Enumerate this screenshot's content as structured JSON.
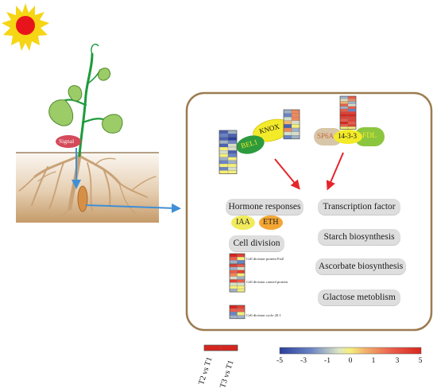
{
  "labels": {
    "signal": "Signal",
    "bel1": "BEL1",
    "knox": "KNOX",
    "sp6a": "SP6A",
    "protein_14_3_3": "14-3-3",
    "fdl": "FDL",
    "iaa": "IAA",
    "eth": "ETH"
  },
  "pathways": {
    "hormone_responses": "Hormone responses",
    "cell_division": "Cell division",
    "transcription_factor": "Transcription factor",
    "starch_biosynthesis": "Starch biosynthesis",
    "ascorbate_biosynthesis": "Ascorbate biosynthesis",
    "glactose_metoblism": "Glactose metoblism"
  },
  "genes": {
    "ftsz": "Cell division protein FtsZ",
    "control": "Cell division control protein",
    "cycle": "Cell division cycle 20.1"
  },
  "legend": {
    "comparisons": [
      "T2 vs T1",
      "T3 vs T1"
    ],
    "scale_ticks": [
      "-5",
      "-3",
      "-1",
      "0",
      "1",
      "3",
      "5"
    ]
  },
  "colors": {
    "sun": "#e8141b",
    "sun_rays": "#f6d514",
    "box_border": "#9c7b50",
    "soil": "#c9a67c",
    "stem": "#1d9b3b",
    "leaf": "#9ccc68",
    "arrow_blue": "#3f8fd6",
    "arrow_red": "#e5252b",
    "bel1": "#2e9a3e",
    "knox": "#f3ea2a",
    "sp6a": "#d8c6a8",
    "fdl": "#8cc63f",
    "iaa": "#f1eb5c",
    "eth": "#f4a632"
  },
  "heatmaps": {
    "left": [
      [
        -4,
        -2
      ],
      [
        -3,
        -4
      ],
      [
        -4,
        -5
      ],
      [
        -2,
        -3
      ],
      [
        -4,
        -1
      ],
      [
        0,
        -1
      ],
      [
        -1,
        -4
      ],
      [
        0,
        -3
      ],
      [
        -2,
        0
      ],
      [
        -3,
        -2
      ],
      [
        0,
        0
      ],
      [
        -3,
        -1
      ],
      [
        0,
        0
      ]
    ],
    "knox": [
      [
        -2,
        2
      ],
      [
        -3,
        2
      ],
      [
        -1,
        2
      ],
      [
        1,
        -1
      ],
      [
        -4,
        0
      ],
      [
        2,
        -2
      ],
      [
        -1,
        -1
      ],
      [
        -3,
        -2
      ]
    ],
    "fdl": [
      [
        -2,
        3
      ],
      [
        -1,
        2
      ],
      [
        1,
        -2
      ],
      [
        3,
        -1
      ],
      [
        -2,
        3
      ],
      [
        3,
        -3
      ],
      [
        4,
        4
      ],
      [
        5,
        5
      ],
      [
        4,
        4
      ],
      [
        3,
        4
      ],
      [
        5,
        3
      ],
      [
        3,
        4
      ],
      [
        0,
        0
      ]
    ],
    "ftsz": [
      [
        5,
        4
      ],
      [
        3,
        0
      ],
      [
        -2,
        -3
      ],
      [
        0,
        0
      ]
    ],
    "control": [
      [
        4,
        3
      ],
      [
        -2,
        -1
      ],
      [
        3,
        4
      ],
      [
        2,
        0
      ],
      [
        -1,
        -2
      ],
      [
        4,
        3
      ],
      [
        -1,
        -1
      ],
      [
        0,
        0
      ],
      [
        -2,
        0
      ]
    ],
    "cycle": [
      [
        5,
        4
      ],
      [
        3,
        3
      ],
      [
        -3,
        0
      ],
      [
        -2,
        -2
      ]
    ],
    "legend": [
      [
        5,
        5
      ]
    ]
  }
}
